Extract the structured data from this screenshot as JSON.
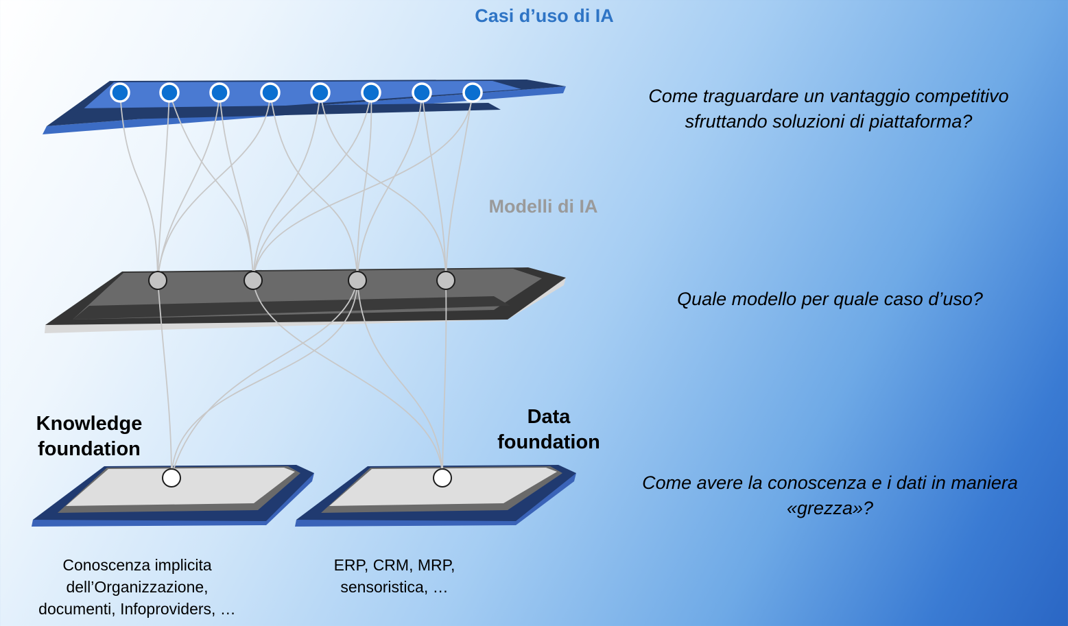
{
  "labels": {
    "use_cases": "Casi d’uso di IA",
    "models": "Modelli di IA",
    "knowledge_foundation": [
      "Knowledge",
      "foundation"
    ],
    "data_foundation": [
      "Data",
      "foundation"
    ]
  },
  "questions": {
    "use_cases": [
      "Come traguardare un vantaggio competitivo",
      "sfruttando soluzioni di piattaforma?"
    ],
    "models": "Quale modello per quale caso d’uso?",
    "foundation": [
      "Come avere la conoscenza e i dati in maniera",
      "«grezza»?"
    ]
  },
  "descriptions": {
    "knowledge": [
      "Conoscenza implicita",
      "dell’Organizzazione,",
      "documenti, Infoproviders, …"
    ],
    "data": [
      "ERP, CRM, MRP,",
      "sensoristica, …"
    ]
  },
  "colors": {
    "use_case_layer": "#3f6fc6",
    "use_case_node": "#0b6fd0",
    "model_layer": "#5f5f5f",
    "model_node": "#c3c3c3",
    "foundation_top": "#dcdcdc",
    "foundation_side": "#3a63b8",
    "connector": "#c8c8c8",
    "title_use_cases": "#2e74c5",
    "title_models": "#9a9a9a"
  }
}
